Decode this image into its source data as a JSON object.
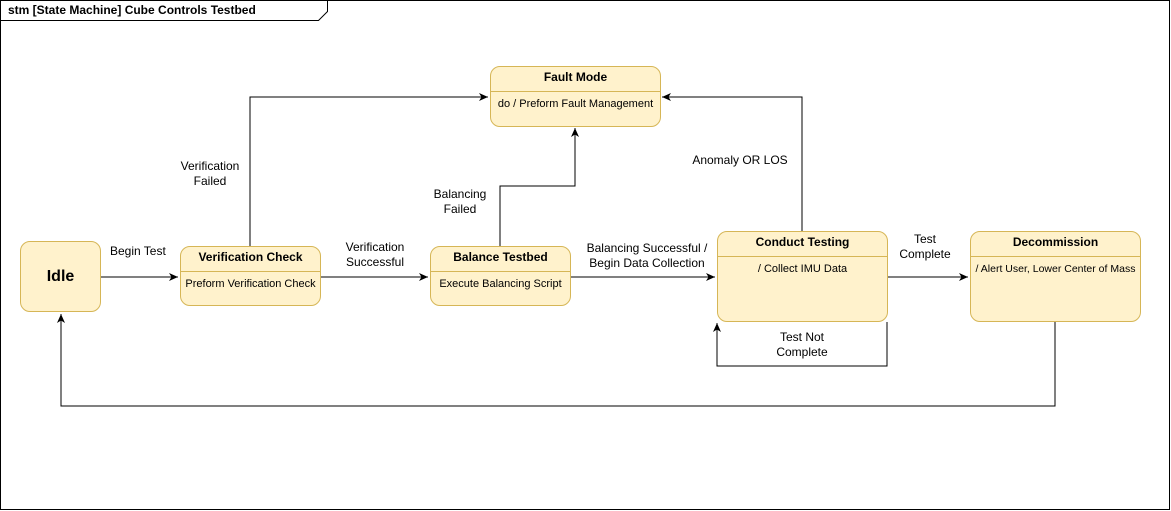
{
  "frame": {
    "title": "stm [State Machine] Cube Controls Testbed"
  },
  "states": {
    "idle": {
      "title": "Idle"
    },
    "verification_check": {
      "title": "Verification Check",
      "action": "Preform Verification Check"
    },
    "balance_testbed": {
      "title": "Balance Testbed",
      "action": "Execute Balancing Script"
    },
    "fault_mode": {
      "title": "Fault Mode",
      "action": "do / Preform Fault Management"
    },
    "conduct_testing": {
      "title": "Conduct Testing",
      "action": "/ Collect IMU Data"
    },
    "decommission": {
      "title": "Decommission",
      "action": "/ Alert User, Lower Center of Mass"
    }
  },
  "transitions": {
    "begin_test": "Begin Test",
    "verification_failed": "Verification\nFailed",
    "verification_successful": "Verification\nSuccessful",
    "balancing_failed": "Balancing\nFailed",
    "balancing_successful": "Balancing Successful /\nBegin Data Collection",
    "anomaly_or_los": "Anomaly OR LOS",
    "test_complete": "Test\nComplete",
    "test_not_complete": "Test Not\nComplete"
  },
  "colors": {
    "state_fill": "#fff2cc",
    "state_border": "#d6b656",
    "line": "#000000"
  }
}
